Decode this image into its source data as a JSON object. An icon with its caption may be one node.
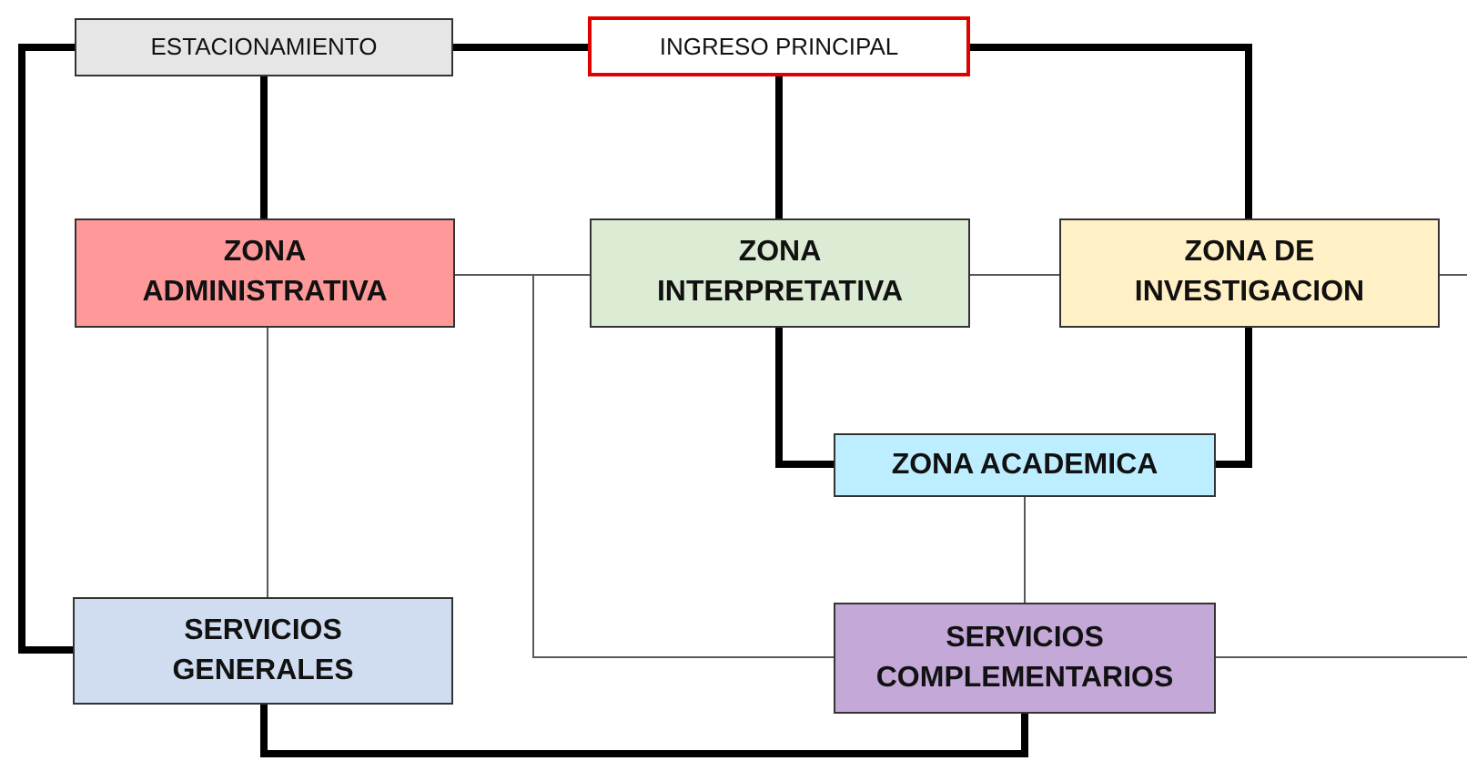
{
  "diagram": {
    "nodes": [
      {
        "text": [
          "ESTACIONAMIENTO"
        ]
      },
      {
        "text": [
          "INGRESO PRINCIPAL"
        ]
      },
      {
        "text": [
          "ZONA ADMINISTRATIVA"
        ]
      },
      {
        "text": [
          "ZONA INTERPRETATIVA"
        ]
      },
      {
        "text": [
          "ZONA DE INVESTIGACION"
        ]
      },
      {
        "text": [
          "ZONA ACADEMICA"
        ]
      },
      {
        "text": [
          "SERVICIOS GENERALES"
        ]
      },
      {
        "text": [
          "SERVICIOS COMPLEMENTARIOS"
        ]
      }
    ],
    "edges": [
      {
        "from": 0,
        "to": 1,
        "arrow": "none"
      },
      {
        "from": 1,
        "to": 4,
        "arrow": "none"
      },
      {
        "from": 0,
        "to": 2,
        "arrow": "none"
      },
      {
        "from": 1,
        "to": 3,
        "arrow": "none"
      },
      {
        "from": 0,
        "to": 6,
        "arrow": "none"
      },
      {
        "from": 3,
        "to": 5,
        "arrow": "none"
      },
      {
        "from": 4,
        "to": 5,
        "arrow": "none"
      },
      {
        "from": 6,
        "to": 7,
        "arrow": "none"
      },
      {
        "from": 2,
        "to": 3,
        "arrow": "none",
        "color": "#595959"
      },
      {
        "from": 3,
        "to": 4,
        "arrow": "none",
        "color": "#595959"
      },
      {
        "from": 4,
        "to": null,
        "arrow": "none",
        "color": "#595959"
      },
      {
        "from": 2,
        "to": 6,
        "arrow": "none",
        "color": "#595959"
      },
      {
        "from": 2,
        "to": 7,
        "arrow": "none",
        "color": "#595959"
      },
      {
        "from": 5,
        "to": 7,
        "arrow": "none",
        "color": "#595959"
      },
      {
        "from": 7,
        "to": null,
        "arrow": "none",
        "color": "#595959"
      }
    ]
  }
}
